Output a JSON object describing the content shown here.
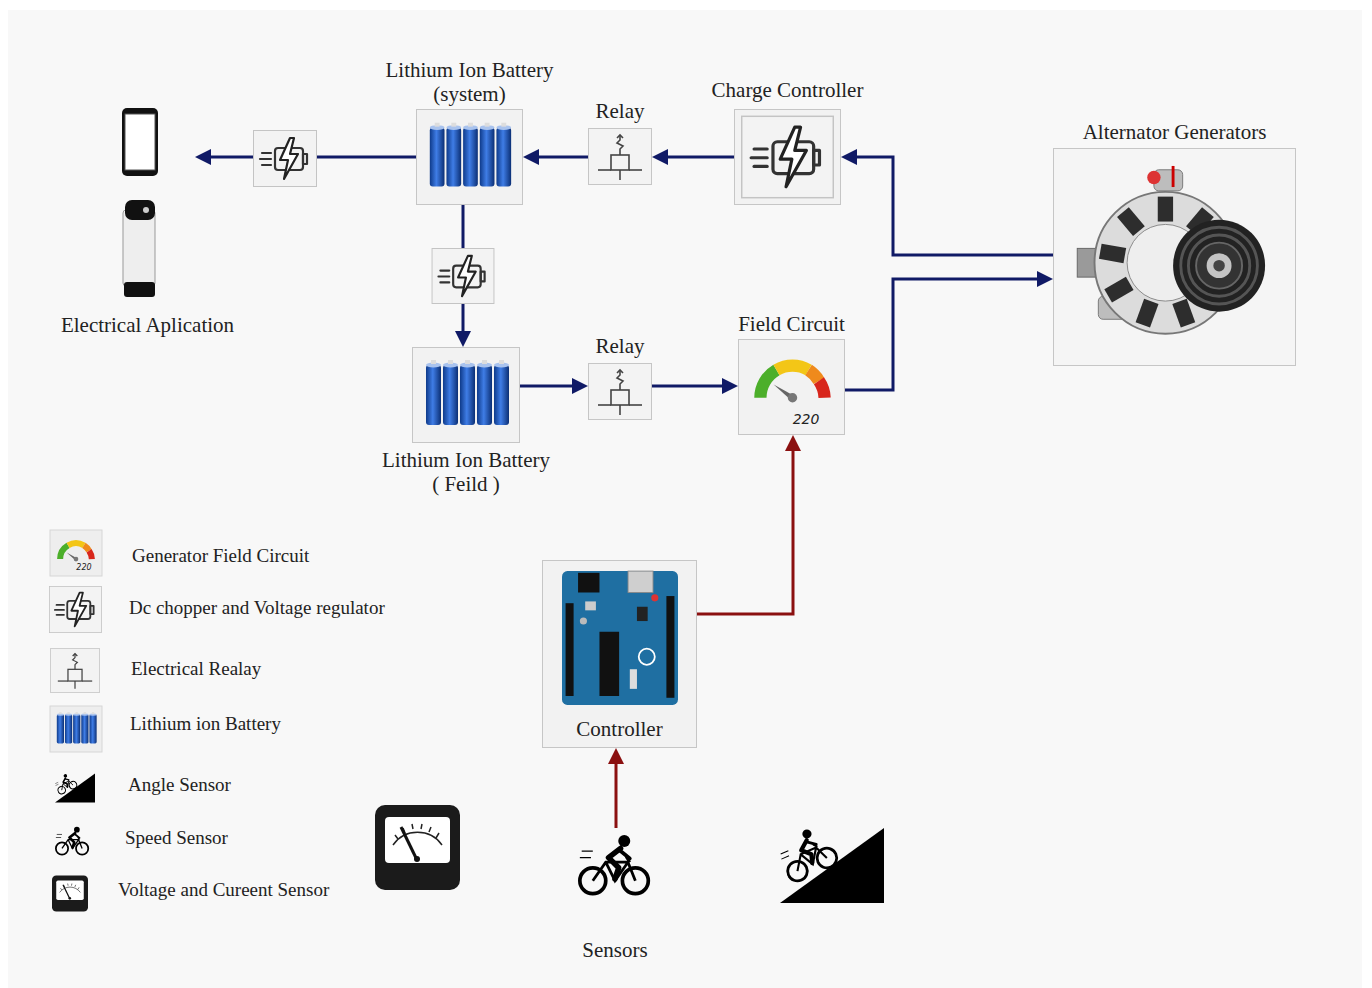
{
  "diagram": {
    "nodes": [
      {
        "text": [
          "Electrical Aplication"
        ]
      },
      {
        "text": [
          "Lithium Ion Battery (system)"
        ]
      },
      {
        "text": [
          "Relay"
        ]
      },
      {
        "text": [
          "Charge Controller"
        ]
      },
      {
        "text": [
          "Alternator Generators"
        ]
      },
      {
        "text": [
          "Lithium Ion Battery ( Feild )"
        ]
      },
      {
        "text": [
          "Relay"
        ]
      },
      {
        "text": [
          "Field Circuit"
        ]
      },
      {
        "text": [
          "Controller"
        ]
      },
      {
        "text": [
          "Sensors"
        ]
      }
    ],
    "edges": [
      {
        "from": 1,
        "to": 0,
        "arrow": "to"
      },
      {
        "from": 2,
        "to": 1,
        "arrow": "to"
      },
      {
        "from": 3,
        "to": 2,
        "arrow": "to"
      },
      {
        "from": 4,
        "to": 3,
        "arrow": "to"
      },
      {
        "from": 1,
        "to": 5,
        "arrow": "to"
      },
      {
        "from": 5,
        "to": 6,
        "arrow": "to"
      },
      {
        "from": 6,
        "to": 7,
        "arrow": "to"
      },
      {
        "from": 7,
        "to": 4,
        "arrow": "to"
      },
      {
        "from": 8,
        "to": 7,
        "arrow": "to"
      },
      {
        "from": 9,
        "to": 8,
        "arrow": "to"
      }
    ],
    "labels": [
      "220",
      "220"
    ],
    "legend": [
      {
        "text": "Generator Field Circuit"
      },
      {
        "text": "Dc chopper and Voltage regulator"
      },
      {
        "text": "Electrical Realay"
      },
      {
        "text": "Lithium ion Battery"
      },
      {
        "text": "Angle Sensor"
      },
      {
        "text": "Speed Sensor"
      },
      {
        "text": "Voltage and Cureent Sensor"
      }
    ]
  }
}
